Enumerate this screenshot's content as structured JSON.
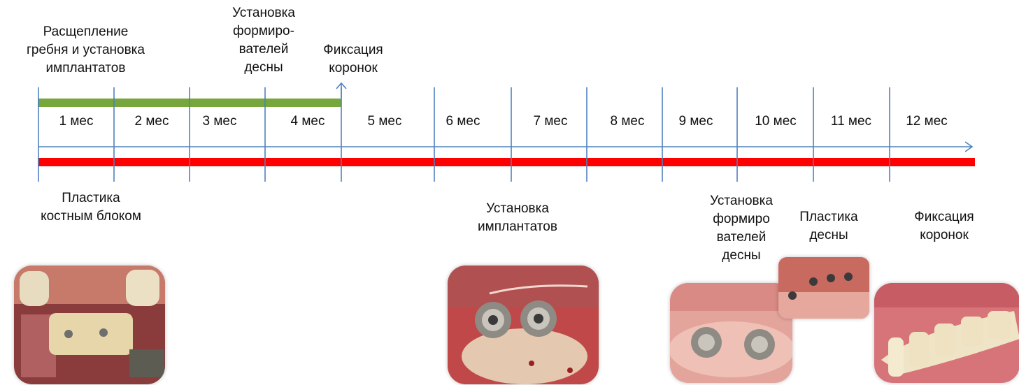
{
  "colors": {
    "axis": "#4f81bd",
    "green_bar": "#77a63c",
    "red_bar": "#ff0000"
  },
  "top_labels": {
    "ridge_split": "Расщепление\nгребня и установка\nимплантатов",
    "healing_abutments": "Установка\nформиро-\nвателей\nдесны",
    "crowns": "Фиксация\nкоронок"
  },
  "months": [
    "1 мес",
    "2 мес",
    "3 мес",
    "4 мес",
    "5 мес",
    "6 мес",
    "7 мес",
    "8 мес",
    "9 мес",
    "10 мес",
    "11 мес",
    "12 мес"
  ],
  "bottom_labels": {
    "bone_block": "Пластика\nкостным блоком",
    "implants": "Установка\nимплантатов",
    "healing_abutments": "Установка\nформиро\nвателей\nдесны",
    "gum_plasty": "Пластика\nдесны",
    "crowns": "Фиксация\nкоронок"
  },
  "photos": [
    "bone-block-photo",
    "implants-photo",
    "healing-abutments-photo",
    "gum-plasty-photo",
    "crowns-photo"
  ]
}
